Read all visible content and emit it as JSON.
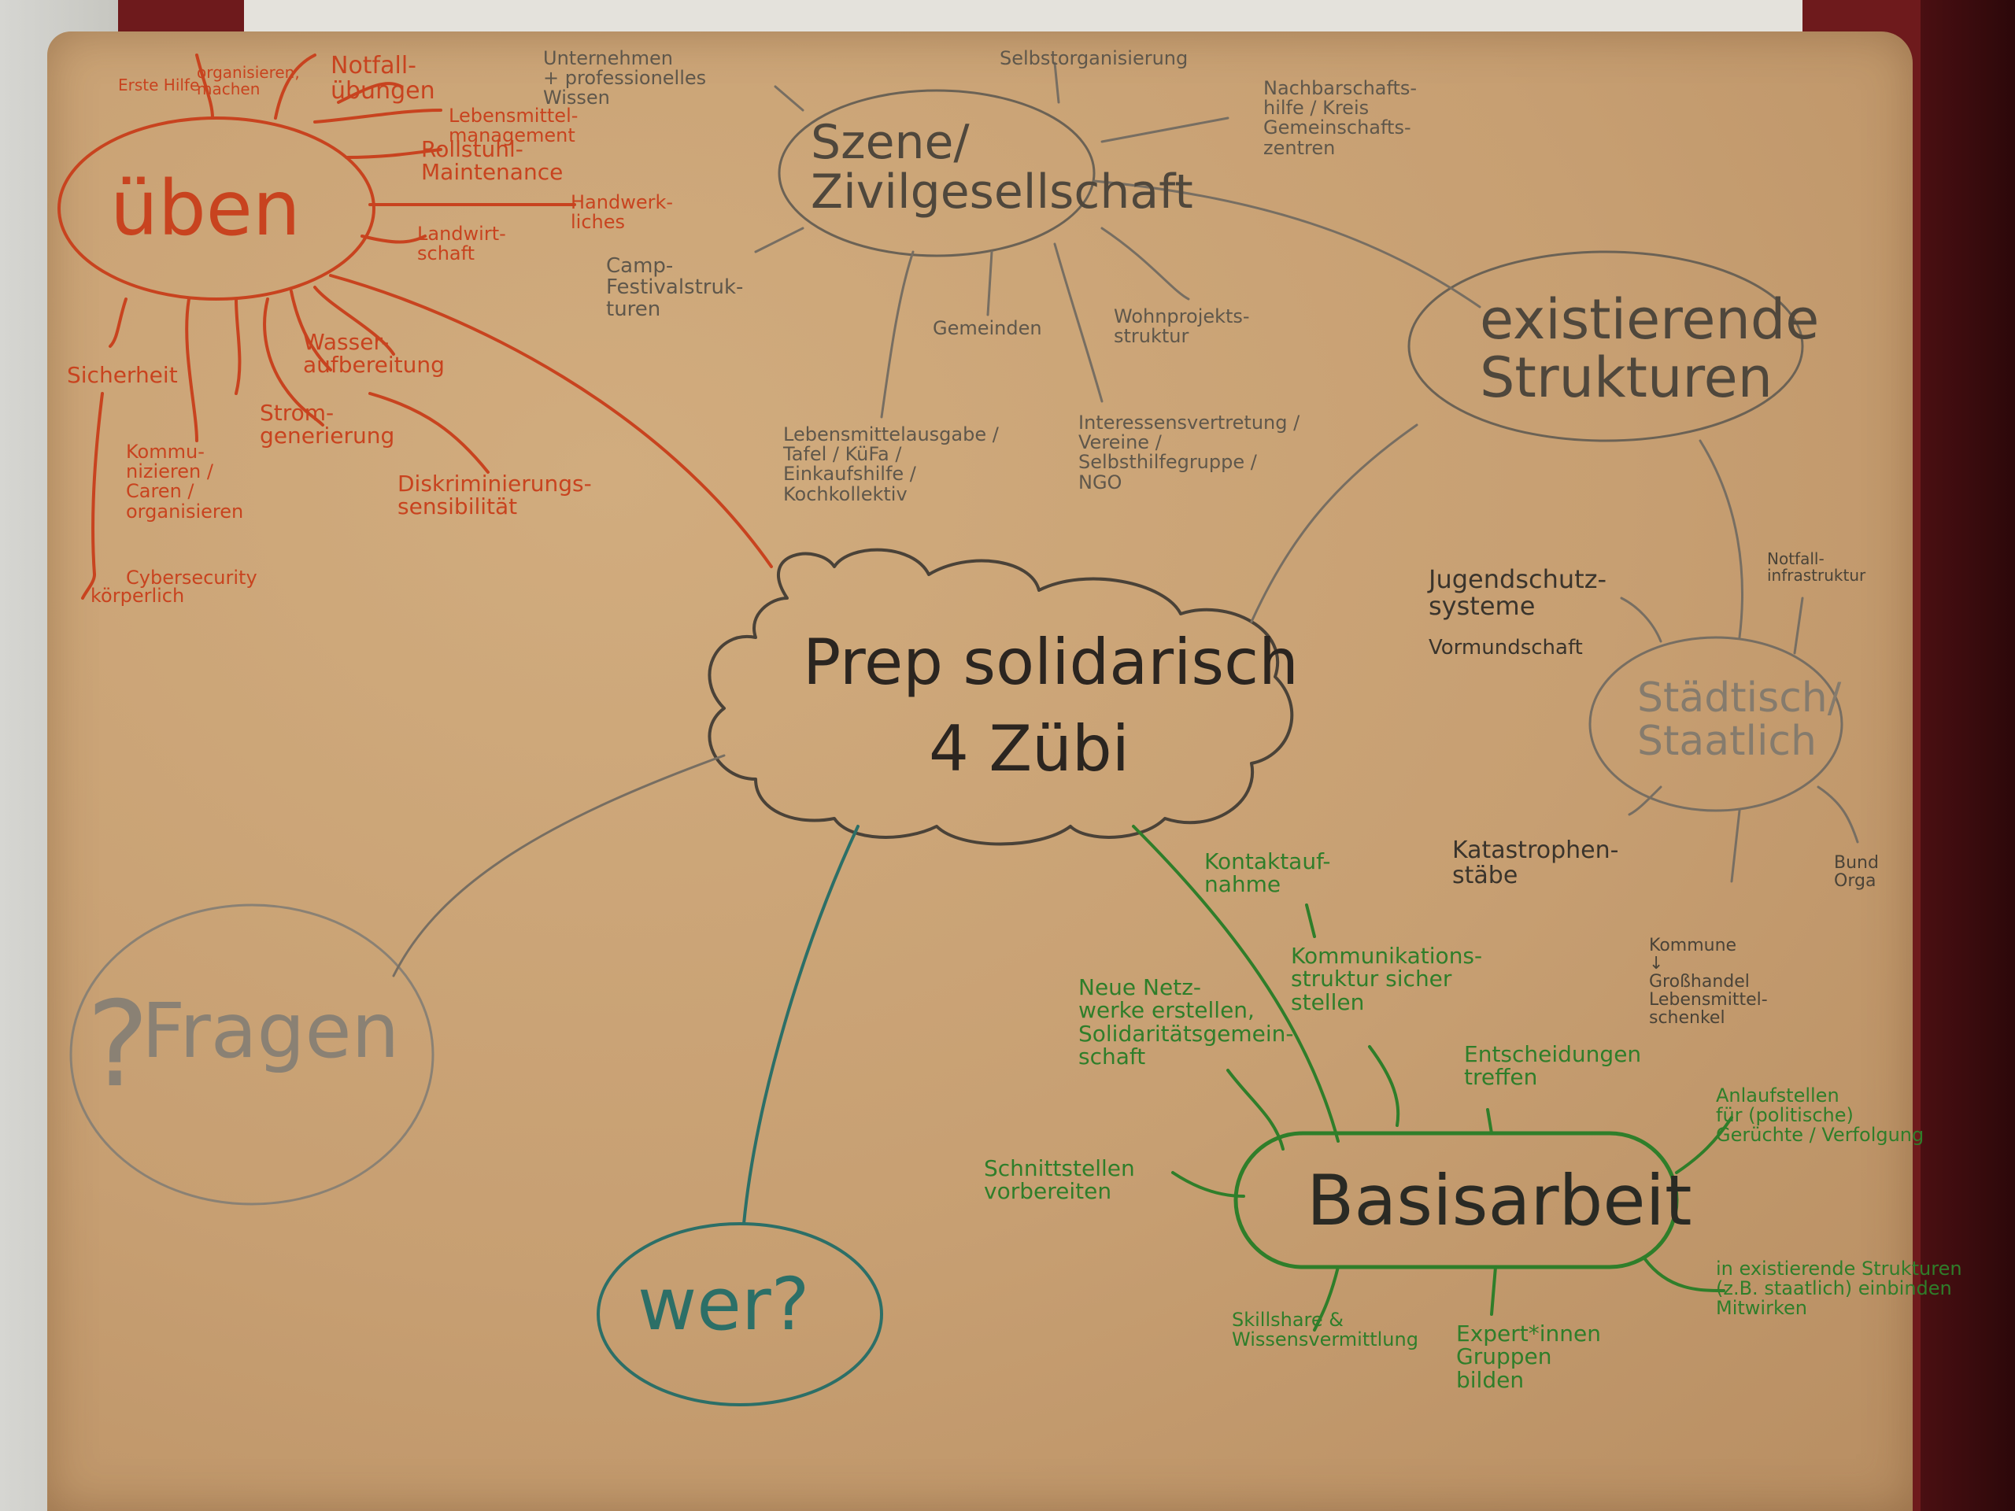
{
  "center": {
    "line1": "Prep solidarisch",
    "line2": "4 Zübi"
  },
  "hubs": {
    "uben": "üben",
    "szene": "Szene/\nZivilgesellschaft",
    "existierende": "existierende\nStrukturen",
    "staedtisch": "Städtisch/\nStaatlich",
    "basisarbeit": "Basisarbeit",
    "fragen": "Fragen",
    "fragen_mark": "?",
    "wer": "wer?"
  },
  "uben_items": [
    "Notfall-\nübungen",
    "Lebensmittel-\nmanagement",
    "Rollstuhl-\nMaintenance",
    "Handwerk-\nliches",
    "Landwirt-\nschaft",
    "Wasser-\naufbereitung",
    "Strom-\ngenerierung",
    "Diskriminierungs-\nsensibilität",
    "Sicherheit",
    "Kommu-\nnizieren /\nCaren /\norganisieren",
    "Cybersecurity",
    "körperlich",
    "Erste Hilfe",
    "organisieren,\nmachen"
  ],
  "szene_items": [
    "Unternehmen\n+ professionelles\nWissen",
    "Selbstorganisierung",
    "Nachbarschafts-\nhilfe / Kreis\nGemeinschafts-\nzentren",
    "Camp-\nFestivalstruk-\nturen",
    "Gemeinden",
    "Wohnprojekts-\nstruktur",
    "Lebensmittelausgabe /\nTafel / KüFa /\nEinkaufshilfe /\nKochkollektiv",
    "Interessensvertretung /\nVereine /\nSelbsthilfegruppe /\nNGO"
  ],
  "staat_items": [
    "Jugendschutz-\nsysteme",
    "Vormundschaft",
    "Notfall-\ninfrastruktur",
    "Katastrophen-\nstäbe",
    "Kommune\n↓\nGroßhandel\nLebensmittel-\nschenkel",
    "Bund\nOrga"
  ],
  "basis_items": [
    "Kontaktauf-\nnahme",
    "Kommunikations-\nstruktur sicher\nstellen",
    "Neue Netz-\nwerke erstellen,\nSolidaritätsgemein-\nschaft",
    "Entscheidungen\ntreffen",
    "Anlaufstellen\nfür (politische)\nGerüchte / Verfolgung",
    "Schnittstellen\nvorbereiten",
    "Skillshare &\nWissensvermittlung",
    "Expert*innen\nGruppen\nbilden",
    "in existierende Strukturen\n(z.B. staatlich) einbinden\nMitwirken"
  ],
  "colors": {
    "red": "#c8431f",
    "gray": "#5f574b",
    "green": "#2f7e2a",
    "teal": "#2c6f67",
    "paper": "#c9a174"
  }
}
